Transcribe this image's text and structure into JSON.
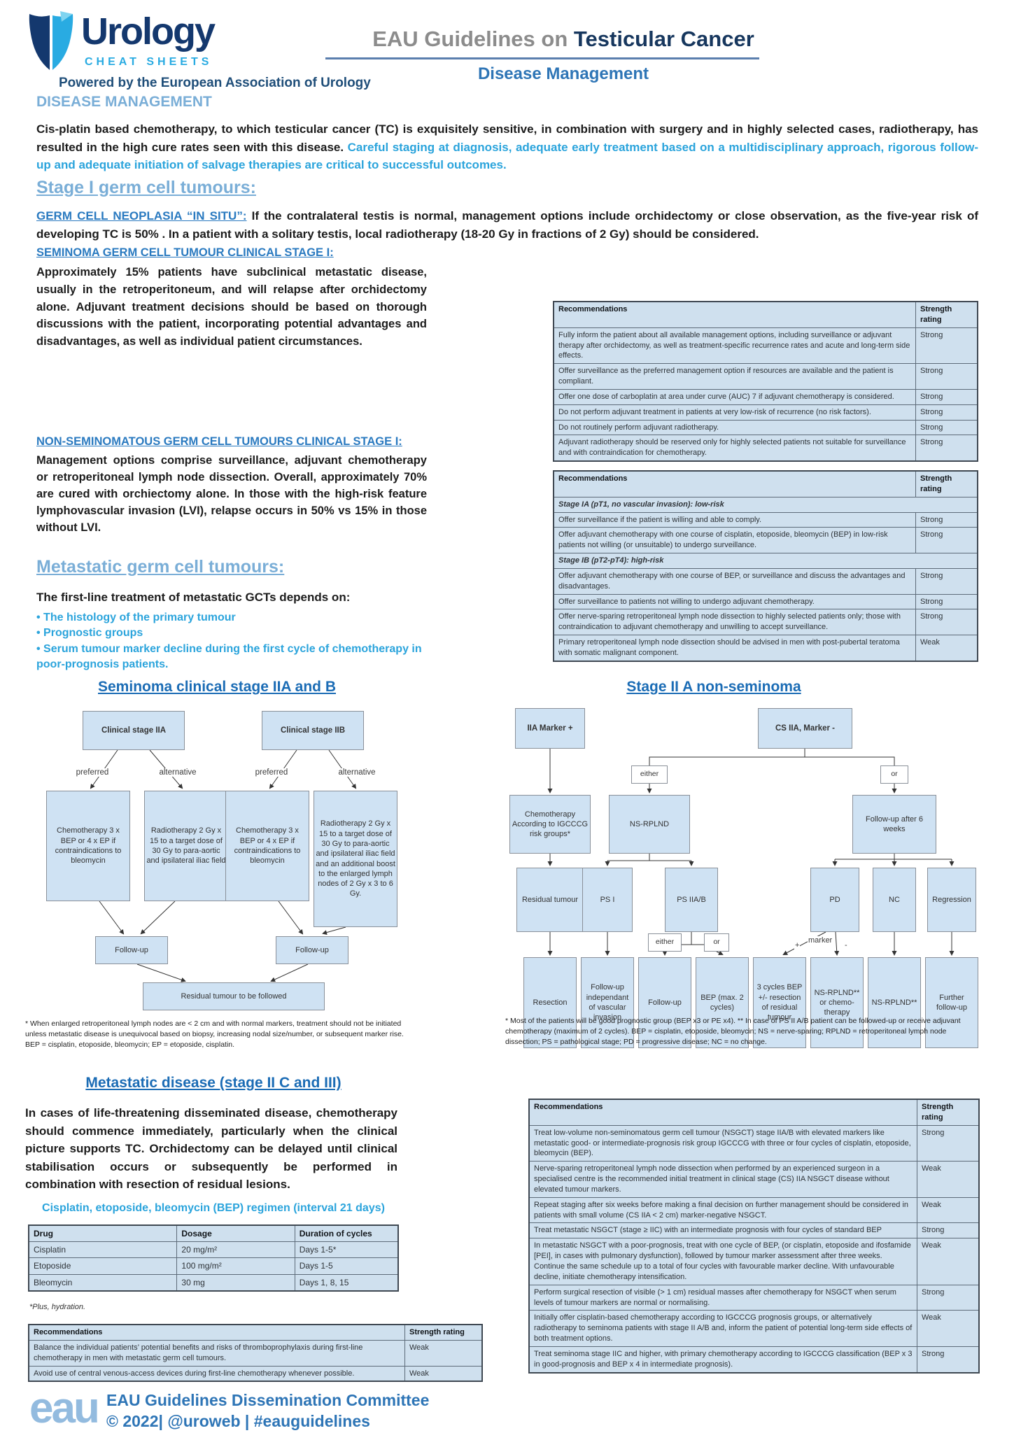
{
  "header": {
    "brand": "Urology",
    "brand_sub": "CHEAT SHEETS",
    "powered_by": "Powered by the European Association of Urology",
    "title_prefix": "EAU Guidelines on ",
    "title_main": "Testicular Cancer",
    "subtitle": "Disease Management"
  },
  "page": {
    "heading": "DISEASE MANAGEMENT",
    "intro_black": "Cis-platin based chemotherapy, to which testicular cancer (TC) is exquisitely sensitive, in combination with surgery and in highly selected cases, radiotherapy, has resulted in the high cure rates seen with this disease. ",
    "intro_blue": "Careful staging at diagnosis, adequate early treatment based on a multidisciplinary approach, rigorous follow-up and adequate initiation of salvage therapies are critical to successful outcomes."
  },
  "stage1": {
    "heading": "Stage I germ cell tumours: ",
    "gcnis_label": "GERM CELL NEOPLASIA “IN SITU”:",
    "gcnis_text": " If the contralateral testis is normal, management options include orchidectomy or close observation, as the five-year risk of developing TC is 50% . In a patient with a solitary testis, local radiotherapy (18-20 Gy in fractions of 2 Gy) should be considered.",
    "seminoma_heading": "SEMINOMA GERM CELL TUMOUR CLINICAL STAGE I: ",
    "seminoma_text": "Approximately 15% patients have subclinical metastatic disease, usually in the retroperitoneum, and will relapse after orchidectomy alone. Adjuvant treatment decisions should be based on thorough discussions with the patient, incorporating potential advantages and disadvantages, as well as individual patient circumstances.",
    "nsgct_heading": "NON-SEMINOMATOUS GERM CELL TUMOURS CLINICAL STAGE I: ",
    "nsgct_text": "Management options comprise surveillance, adjuvant chemotherapy or retroperitoneal lymph node dissection. Overall, approximately 70% are cured with orchiectomy alone. In those with the high-risk feature lymphovascular invasion (LVI), relapse occurs in 50% vs 15% in those without LVI."
  },
  "table1": {
    "col1": "Recommendations",
    "col2": "Strength rating",
    "rows": [
      {
        "rec": "Fully inform the patient about all available management options, including surveillance or adjuvant therapy after orchidectomy, as well as treatment-specific recurrence rates and acute and long-term side effects.",
        "strength": "Strong"
      },
      {
        "rec": "Offer surveillance as the preferred management option if resources are available and the patient is compliant.",
        "strength": "Strong"
      },
      {
        "rec": "Offer one dose of carboplatin at area under curve (AUC) 7 if adjuvant chemotherapy is considered.",
        "strength": "Strong"
      },
      {
        "rec": "Do not perform adjuvant treatment in patients at very low-risk of recurrence (no risk factors).",
        "strength": "Strong"
      },
      {
        "rec": "Do not routinely perform adjuvant radiotherapy.",
        "strength": "Strong"
      },
      {
        "rec": "Adjuvant radiotherapy should be reserved only for highly selected patients not suitable for surveillance and with contraindication for chemotherapy.",
        "strength": "Strong"
      }
    ]
  },
  "table2": {
    "col1": "Recommendations",
    "col2": "Strength rating",
    "rows": [
      {
        "section": "Stage IA (pT1, no vascular invasion): low-risk"
      },
      {
        "rec": "Offer surveillance if the patient is willing and able to comply.",
        "strength": "Strong"
      },
      {
        "rec": "Offer adjuvant chemotherapy with one course of cisplatin, etoposide, bleomycin (BEP) in low-risk patients not willing (or unsuitable) to undergo surveillance.",
        "strength": "Strong"
      },
      {
        "section": "Stage IB (pT2-pT4): high-risk"
      },
      {
        "rec": "Offer adjuvant chemotherapy with one course of BEP, or surveillance and discuss the advantages and disadvantages.",
        "strength": "Strong"
      },
      {
        "rec": "Offer surveillance to patients not willing to undergo adjuvant chemotherapy.",
        "strength": "Strong"
      },
      {
        "rec": "Offer nerve-sparing retroperitoneal lymph node dissection to highly selected patients only; those with contraindication to adjuvant chemotherapy and unwilling to accept surveillance.",
        "strength": "Strong"
      },
      {
        "rec": "Primary retroperitoneal lymph node dissection should be advised in men with post-pubertal teratoma with somatic malignant component.",
        "strength": "Weak"
      }
    ]
  },
  "metastatic": {
    "heading": "Metastatic germ cell tumours: ",
    "lead": "The first-line treatment of metastatic GCTs depends on:",
    "bullets": [
      "The histology of the primary tumour",
      "Prognostic groups",
      "Serum tumour marker decline during the first cycle of chemotherapy in poor-prognosis patients."
    ]
  },
  "flow_left": {
    "title": "Seminoma clinical stage IIA and B",
    "preferred": "preferred",
    "alternative": "alternative",
    "cs2a": "Clinical stage IIA",
    "cs2b": "Clinical stage IIB",
    "chemo": "Chemotherapy 3 x BEP or 4 x EP if contraindications to bleomycin",
    "radio_a": "Radiotherapy 2 Gy x 15 to a target dose of 30 Gy to para-aortic and ipsilateral iliac field",
    "radio_b": "Radiotherapy 2 Gy x 15 to a target dose of 30 Gy to para-aortic and ipsilateral iliac field and an additional boost to the enlarged lymph nodes of 2 Gy x 3 to 6 Gy.",
    "followup": "Follow-up",
    "residual": "Residual tumour to be followed",
    "footnote": "* When enlarged retroperitoneal lymph nodes are < 2 cm and with normal markers, treatment should not be initiated unless metastatic disease is unequivocal based on biopsy, increasing nodal size/number, or subsequent marker rise.\nBEP = cisplatin, etoposide, bleomycin; EP = etoposide, cisplatin."
  },
  "flow_right": {
    "title": "Stage II A non-seminoma",
    "iia_marker_pos": "IIA Marker +",
    "cs_iia_marker_neg": "CS IIA, Marker -",
    "either": "either",
    "or": "or",
    "chemo_igcccg": "Chemotherapy According to IGCCCG risk groups*",
    "ns_rplnd": "NS-RPLND",
    "followup_6w": "Follow-up after 6 weeks",
    "residual": "Residual tumour",
    "ps1": "PS I",
    "ps2ab": "PS IIA/B",
    "pd": "PD",
    "nc": "NC",
    "regression": "Regression",
    "plus": "+",
    "marker_label": "marker",
    "minus": "-",
    "resection": "Resection",
    "fu_independent": "Follow-up independant of vascular invasion",
    "followup": "Follow-up",
    "bep_max": "BEP (max. 2 cycles)",
    "cycles3": "3 cycles BEP +/- resection of residual tumour",
    "nsrplnd_chemo": "NS-RPLND** or chemo-therapy",
    "nsrplnd2": "NS-RPLND**",
    "further_fu": "Further follow-up",
    "footnote": "* Most of the patients will be good prognostic group (BEP x3 or PE x4). ** In case of PS II A/B patient can be followed-up or receive adjuvant chemotherapy (maximum of 2 cycles). BEP = cisplatin, etoposide, bleomycin; NS = nerve-sparing; RPLND = retroperitoneal lymph node dissection; PS = pathological stage; PD = progressive disease; NC = no change."
  },
  "metastatic2": {
    "heading": "Metastatic disease (stage II C and III)",
    "body": "In cases of life-threatening disseminated disease, chemotherapy should commence immediately, particularly when the clinical picture supports TC. Orchidectomy can be delayed until clinical stabilisation occurs or subsequently be performed in combination with resection of residual lesions.",
    "bep_heading": "Cisplatin, etoposide, bleomycin (BEP) regimen (interval 21 days)"
  },
  "bep_table": {
    "col1": "Drug",
    "col2": "Dosage",
    "col3": "Duration of cycles",
    "rows": [
      {
        "drug": "Cisplatin",
        "dosage": "20 mg/m²",
        "duration": "Days 1-5*"
      },
      {
        "drug": "Etoposide",
        "dosage": "100 mg/m²",
        "duration": "Days 1-5"
      },
      {
        "drug": "Bleomycin",
        "dosage": "30 mg",
        "duration": "Days 1, 8, 15"
      }
    ],
    "footnote": "*Plus, hydration."
  },
  "table4": {
    "col1": "Recommendations",
    "col2": "Strength rating",
    "rows": [
      {
        "rec": "Balance the individual patients’ potential benefits and risks of thromboprophylaxis during first-line chemotherapy in men with metastatic germ cell tumours.",
        "strength": "Weak"
      },
      {
        "rec": "Avoid use of central venous-access devices during first-line chemotherapy whenever possible.",
        "strength": "Weak"
      }
    ]
  },
  "table5": {
    "col1": "Recommendations",
    "col2": "Strength rating",
    "rows": [
      {
        "rec": "Treat low-volume non-seminomatous germ cell tumour (NSGCT) stage IIA/B with elevated markers like metastatic good- or intermediate-prognosis risk group IGCCCG with three or four cycles of cisplatin, etoposide, bleomycin (BEP).",
        "strength": "Strong"
      },
      {
        "rec": "Nerve-sparing retroperitoneal lymph node dissection when performed by an experienced surgeon in a specialised centre is the recommended initial treatment in clinical stage (CS) IIA NSGCT disease without elevated tumour markers.",
        "strength": "Weak"
      },
      {
        "rec": "Repeat staging after six weeks before making a final decision on further management should be considered in patients with small volume (CS IIA < 2 cm) marker-negative NSGCT.",
        "strength": "Weak"
      },
      {
        "rec": "Treat metastatic NSGCT (stage ≥ IIC) with an intermediate prognosis with four cycles of standard BEP",
        "strength": "Strong"
      },
      {
        "rec": "In metastatic NSGCT with a poor-prognosis, treat with one cycle of BEP, (or cisplatin, etoposide and ifosfamide [PEI], in cases with pulmonary dysfunction), followed by tumour marker assessment after three weeks. Continue the same schedule up to a total of four cycles with favourable marker decline. With unfavourable decline, initiate chemotherapy intensification.",
        "strength": "Weak"
      },
      {
        "rec": "Perform surgical resection of visible (> 1 cm) residual masses after chemotherapy for NSGCT when serum levels of tumour markers are normal or normalising.",
        "strength": "Strong"
      },
      {
        "rec": "Initially offer cisplatin-based chemotherapy according to IGCCCG prognosis groups, or alternatively radiotherapy to seminoma patients with stage II A/B and, inform the patient of potential long-term side effects of both treatment options.",
        "strength": "Weak"
      },
      {
        "rec": "Treat seminoma stage IIC and higher, with primary chemotherapy according to IGCCCG classification (BEP x 3 in good-prognosis and BEP x 4 in intermediate prognosis).",
        "strength": "Strong"
      }
    ]
  },
  "footer": {
    "logo": "eau",
    "line1": "EAU Guidelines Dissemination Committee",
    "line2": "© 2022| @uroweb | #eauguidelines"
  }
}
